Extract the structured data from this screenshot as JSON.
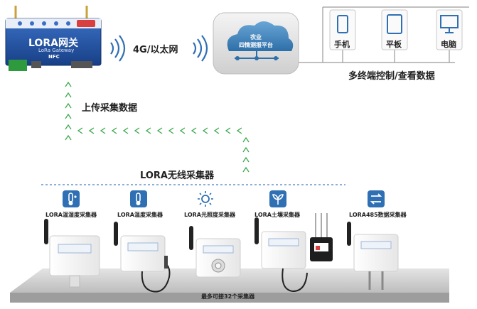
{
  "gateway": {
    "title": "LORA网关",
    "subtitle": "LoRa Gateway",
    "nfc": "NFC"
  },
  "links": {
    "net_label": "4G/以太网",
    "upload_label": "上传采集数据",
    "multi_label": "多终端控制/查看数据"
  },
  "cloud": {
    "line1": "农业",
    "line2": "四情测报平台"
  },
  "terminals": [
    {
      "label": "手机",
      "icon": "phone-icon"
    },
    {
      "label": "平板",
      "icon": "tablet-icon"
    },
    {
      "label": "电脑",
      "icon": "monitor-icon"
    }
  ],
  "section_title": "LORA无线采集器",
  "collectors": [
    {
      "label": "LORA温湿度采集器",
      "icon": "thermometer-drop-icon"
    },
    {
      "label": "LORA温度采集器",
      "icon": "thermometer-icon"
    },
    {
      "label": "LORA光照度采集器",
      "icon": "sun-icon"
    },
    {
      "label": "LORA土壤采集器",
      "icon": "sprout-icon"
    },
    {
      "label": "LORA485数据采集器",
      "icon": "exchange-arrows-icon"
    }
  ],
  "platform_note": "最多可接32个采集器",
  "colors": {
    "accent_blue": "#2f6fb3",
    "arrow_green": "#3aa84a",
    "gateway_blue": "#1f4e9b"
  }
}
